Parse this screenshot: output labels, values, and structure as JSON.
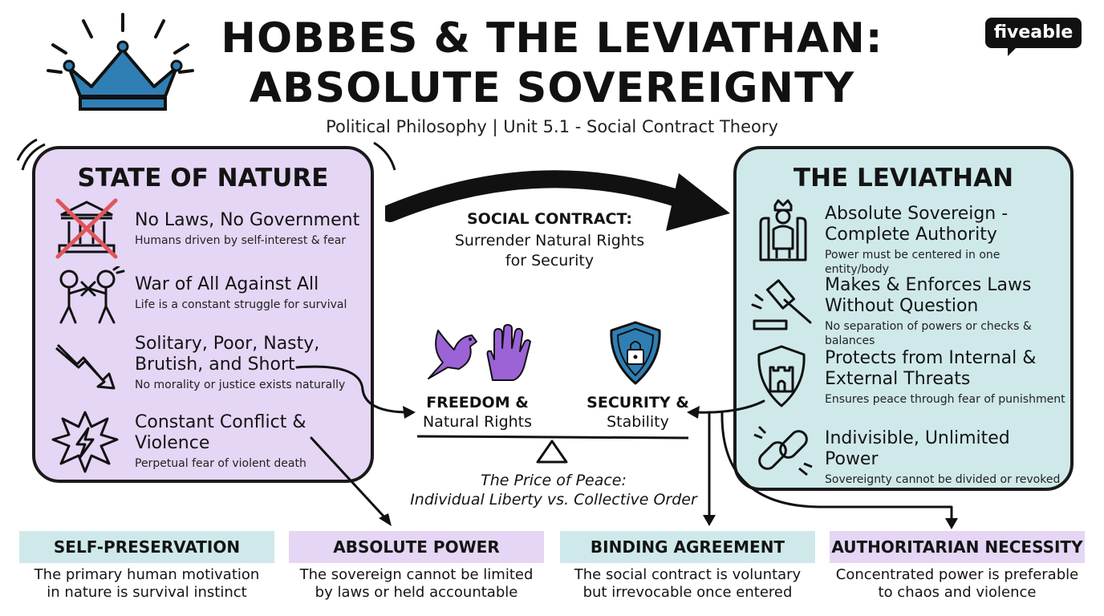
{
  "header": {
    "title_line1": "HOBBES & THE LEVIATHAN:",
    "title_line2": "ABSOLUTE SOVEREIGNTY",
    "subtitle": "Political Philosophy | Unit 5.1 - Social Contract Theory",
    "brand": "fiveable",
    "icon": "crown-icon"
  },
  "state_of_nature": {
    "title": "STATE OF NATURE",
    "items": [
      {
        "title": "No Laws, No Government",
        "sub": "Humans driven by self-interest & fear",
        "icon": "crossed-courthouse-icon"
      },
      {
        "title": "War of All Against All",
        "sub": "Life is a constant struggle for survival",
        "icon": "fighting-figures-icon"
      },
      {
        "title": "Solitary, Poor, Nasty,",
        "title2": "Brutish, and Short",
        "sub": "No morality or justice exists naturally",
        "icon": "downward-zigzag-arrow-icon"
      },
      {
        "title": "Constant Conflict &",
        "title2": "Violence",
        "sub": "Perpetual fear of violent death",
        "icon": "lightning-burst-icon"
      }
    ]
  },
  "contract": {
    "title": "SOCIAL CONTRACT:",
    "line1": "Surrender Natural Rights",
    "line2": "for Security"
  },
  "scale": {
    "left_title": "FREEDOM &",
    "left_sub": "Natural Rights",
    "right_title": "SECURITY &",
    "right_sub": "Stability",
    "caption_title": "The Price of Peace:",
    "caption_sub": "Individual Liberty vs. Collective Order",
    "left_icons": [
      "dove-icon",
      "raised-hand-icon"
    ],
    "right_icon": "shield-lock-icon"
  },
  "leviathan": {
    "title": "THE LEVIATHAN",
    "items": [
      {
        "title": "Absolute Sovereign -",
        "title2": "Complete Authority",
        "sub": "Power must be centered in one entity/body",
        "icon": "king-on-throne-icon"
      },
      {
        "title": "Makes & Enforces Laws",
        "title2": "Without Question",
        "sub": "No separation of powers or checks & balances",
        "icon": "gavel-icon"
      },
      {
        "title": "Protects from Internal &",
        "title2": "External Threats",
        "sub": "Ensures peace through fear of punishment",
        "icon": "castle-shield-icon"
      },
      {
        "title": "Indivisible, Unlimited Power",
        "sub": "Sovereignty cannot be divided or revoked",
        "icon": "chain-link-icon"
      }
    ]
  },
  "concepts": [
    {
      "title": "SELF-PRESERVATION",
      "desc1": "The primary human motivation",
      "desc2": "in nature is survival instinct"
    },
    {
      "title": "ABSOLUTE POWER",
      "desc1": "The sovereign cannot be limited",
      "desc2": "by laws or held accountable"
    },
    {
      "title": "BINDING AGREEMENT",
      "desc1": "The social contract is voluntary",
      "desc2": "but irrevocable once entered"
    },
    {
      "title": "AUTHORITARIAN NECESSITY",
      "desc1": "Concentrated power is preferable",
      "desc2": "to chaos and violence"
    }
  ],
  "colors": {
    "nature_panel": "#e4d6f4",
    "leviathan_panel": "#cfe9ea",
    "crown": "#2f7fb5",
    "freedom_icons": "#9b63d6",
    "shield": "#2f7fb5",
    "cross": "#e0555a"
  }
}
